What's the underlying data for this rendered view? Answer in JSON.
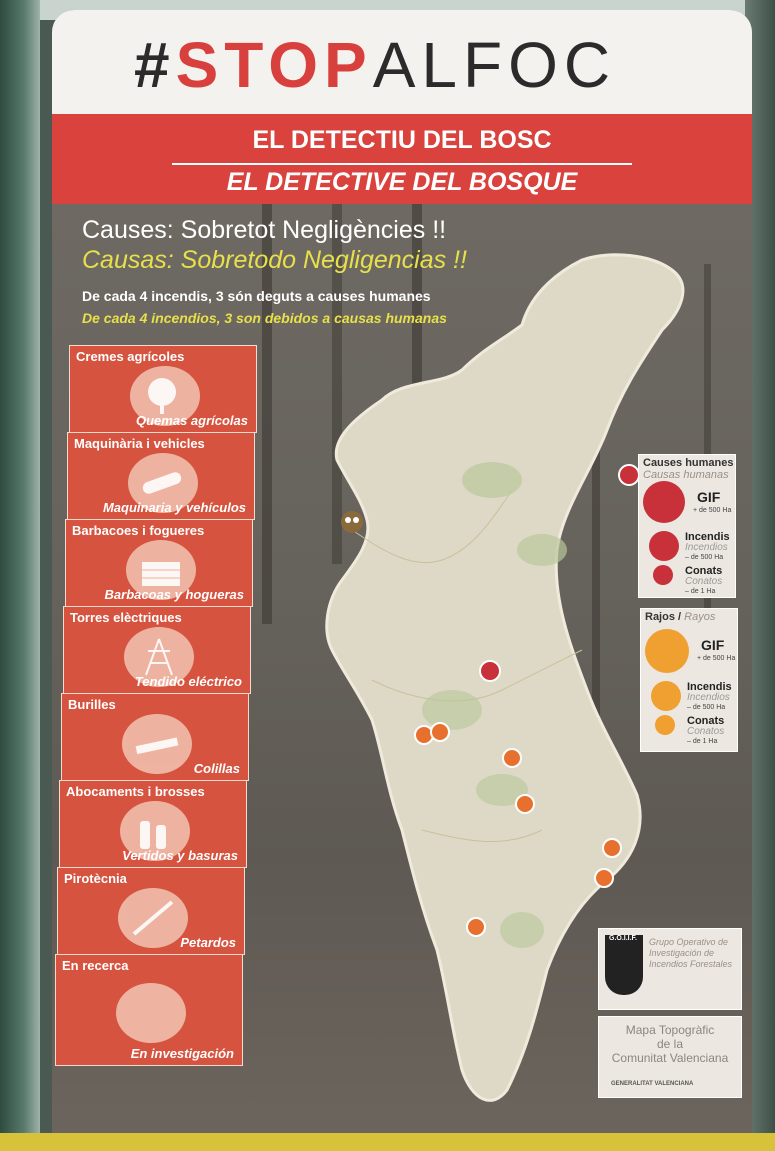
{
  "poster": {
    "hashtag": {
      "hash": "#",
      "stop": "STOP",
      "alfoc": "ALFOC"
    },
    "title_ca": "EL DETECTIU DEL BOSC",
    "title_es": "EL DETECTIVE DEL BOSQUE",
    "causes_ca": "Causes: Sobretot Negligències !!",
    "causes_es": "Causas: Sobretodo Negligencias !!",
    "stat_ca": "De cada 4 incendis, 3 són deguts a causes humanes",
    "stat_es": "De cada 4 incendios, 3 son debidos a causas humanas"
  },
  "cards": [
    {
      "ca": "Cremes agrícoles",
      "es": "Quemas agrícolas",
      "icon": "tree-icon"
    },
    {
      "ca": "Maquinària i vehicles",
      "es": "Maquinaria y vehículos",
      "icon": "chainsaw-icon"
    },
    {
      "ca": "Barbacoes i fogueres",
      "es": "Barbacoas y hogueras",
      "icon": "barbecue-icon"
    },
    {
      "ca": "Torres elèctriques",
      "es": "Tendido eléctrico",
      "icon": "power-tower-icon"
    },
    {
      "ca": "Burilles",
      "es": "Colillas",
      "icon": "cigarette-icon"
    },
    {
      "ca": "Abocaments i brosses",
      "es": "Vertidos y basuras",
      "icon": "bottles-icon"
    },
    {
      "ca": "Pirotècnia",
      "es": "Petardos",
      "icon": "firework-icon"
    },
    {
      "ca": "En recerca",
      "es": "En investigación",
      "icon": "search-icon"
    }
  ],
  "legend_human": {
    "title_ca": "Causes humanes",
    "title_es": "Causas humanas",
    "color": "#c8303a",
    "rows": [
      {
        "t1": "GIF",
        "t2": "",
        "t3": "+ de 500 Ha"
      },
      {
        "t1": "Incendis",
        "t2": "Incendios",
        "t3": "– de 500 Ha"
      },
      {
        "t1": "Conats",
        "t2": "Conatos",
        "t3": "– de 1 Ha"
      }
    ]
  },
  "legend_lightning": {
    "title_ca": "Rajos",
    "title_es": "Rayos",
    "color": "#f0a030",
    "rows": [
      {
        "t1": "GIF",
        "t2": "",
        "t3": "+ de 500 Ha"
      },
      {
        "t1": "Incendis",
        "t2": "Incendios",
        "t3": "– de 500 Ha"
      },
      {
        "t1": "Conats",
        "t2": "Conatos",
        "t3": "– de 1 Ha"
      }
    ]
  },
  "goiif": {
    "badge": "G.O.I.I.F.",
    "text": "Grupo Operativo de Investigación de Incendios Forestales"
  },
  "map_info": {
    "l1": "Mapa Topogràfic",
    "l2": "de la",
    "l3": "Comunitat Valenciana",
    "logo": "GENERALITAT VALENCIANA"
  }
}
